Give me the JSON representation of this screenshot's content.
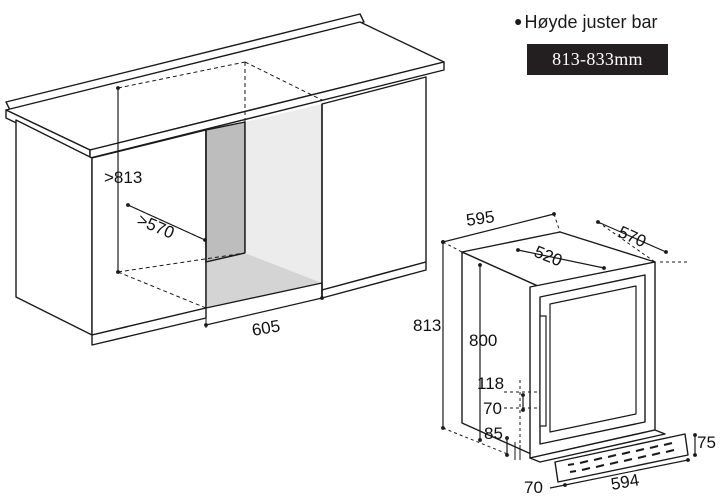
{
  "heading": {
    "bullet": "●",
    "label": "Høyde juster bar"
  },
  "height_range": "813-833mm",
  "cabinet_dims": {
    "height": ">813",
    "depth": ">570",
    "width": "605"
  },
  "unit_dims": {
    "width": "595",
    "depth": "570",
    "door_depth": "520",
    "height_total": "813",
    "body_height": "800",
    "dim_118": "118",
    "dim_70": "70",
    "dim_85": "85",
    "grille_height": "75",
    "grille_width": "594",
    "grille_offset": "70"
  },
  "colors": {
    "box": "#231f20",
    "stroke": "#1a1a1a",
    "niche_dark": "#bdbdbd",
    "niche_light": "#ececec",
    "niche_floor": "#d4d4d4"
  }
}
